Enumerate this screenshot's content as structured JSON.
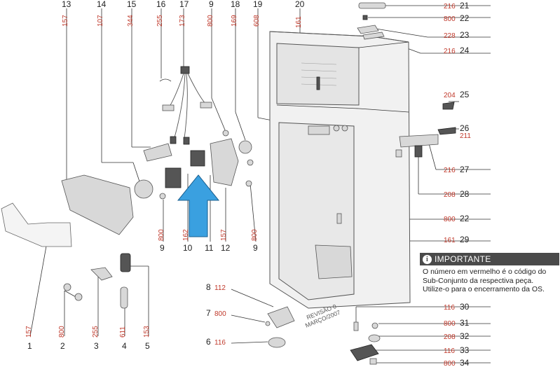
{
  "labels": [
    {
      "id": "13",
      "num": "13",
      "code": "157"
    },
    {
      "id": "14",
      "num": "14",
      "code": "107"
    },
    {
      "id": "15",
      "num": "15",
      "code": "344"
    },
    {
      "id": "16",
      "num": "16",
      "code": "255"
    },
    {
      "id": "17",
      "num": "17",
      "code": "173"
    },
    {
      "id": "9a",
      "num": "9",
      "code": "800"
    },
    {
      "id": "18",
      "num": "18",
      "code": "169"
    },
    {
      "id": "19",
      "num": "19",
      "code": "608"
    },
    {
      "id": "20",
      "num": "20",
      "code": "161"
    },
    {
      "id": "21",
      "num": "21",
      "code": "216"
    },
    {
      "id": "22a",
      "num": "22",
      "code": "800"
    },
    {
      "id": "23",
      "num": "23",
      "code": "228"
    },
    {
      "id": "24",
      "num": "24",
      "code": "216"
    },
    {
      "id": "25",
      "num": "25",
      "code": "204"
    },
    {
      "id": "26",
      "num": "26",
      "code": "211"
    },
    {
      "id": "27",
      "num": "27",
      "code": "216"
    },
    {
      "id": "28",
      "num": "28",
      "code": "208"
    },
    {
      "id": "22b",
      "num": "22",
      "code": "800"
    },
    {
      "id": "29",
      "num": "29",
      "code": "161"
    },
    {
      "id": "9b",
      "num": "9",
      "code": "800"
    },
    {
      "id": "10",
      "num": "10",
      "code": "162"
    },
    {
      "id": "11",
      "num": "11",
      "code": ""
    },
    {
      "id": "12",
      "num": "12",
      "code": "157"
    },
    {
      "id": "9c",
      "num": "9",
      "code": "800"
    },
    {
      "id": "8",
      "num": "8",
      "code": "112"
    },
    {
      "id": "7",
      "num": "7",
      "code": "800"
    },
    {
      "id": "6",
      "num": "6",
      "code": "116"
    },
    {
      "id": "30",
      "num": "30",
      "code": "116"
    },
    {
      "id": "31",
      "num": "31",
      "code": "800"
    },
    {
      "id": "32",
      "num": "32",
      "code": "208"
    },
    {
      "id": "33",
      "num": "33",
      "code": "116"
    },
    {
      "id": "34",
      "num": "34",
      "code": "800"
    },
    {
      "id": "1",
      "num": "1",
      "code": "157"
    },
    {
      "id": "2",
      "num": "2",
      "code": "800"
    },
    {
      "id": "3",
      "num": "3",
      "code": "255"
    },
    {
      "id": "4",
      "num": "4",
      "code": "611"
    },
    {
      "id": "5",
      "num": "5",
      "code": "153"
    }
  ],
  "revision": {
    "line1": "REVISÃO 0",
    "line2": "MARÇO/2007"
  },
  "important": {
    "title": "IMPORTANTE",
    "icon": "info-icon",
    "lines": [
      "O número em vermelho é o código do",
      "Sub-Conjunto da respectiva peça.",
      "Utilize-o para o encerramento da OS."
    ]
  },
  "colors": {
    "code": "#c0392b",
    "arrow": "#3aa0e0",
    "header": "#4a4a4a"
  }
}
